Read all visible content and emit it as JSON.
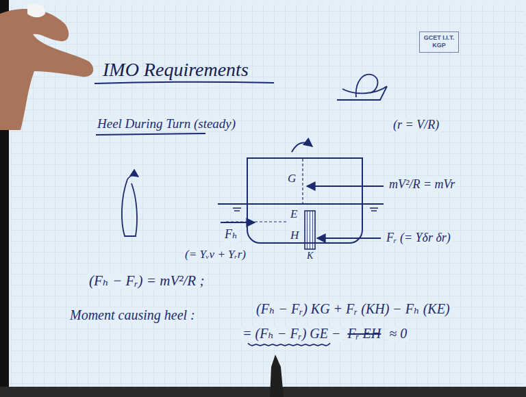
{
  "diagram": {
    "title": "IMO Requirements",
    "nodes": [
      {
        "text": [
          "GCET I.I.T. KGP"
        ]
      },
      {
        "text": [
          "G",
          "E",
          "H"
        ]
      }
    ],
    "labels": [
      "Heel During Turn (steady)",
      "(r = V/R)",
      "mV²/R = mVr",
      "Fᵣ (= Yδr δr)",
      "Fₕ",
      "(= Yᵥv + Yᵣr)",
      "K",
      "(Fₕ − Fᵣ) = mV²/R ;",
      "Moment causing heel :",
      "(Fₕ − Fᵣ) KG + Fᵣ (KH) − Fₕ (KE)",
      "= (Fₕ − Fᵣ) GE −",
      "Fᵣ EH",
      "≈ 0"
    ]
  }
}
